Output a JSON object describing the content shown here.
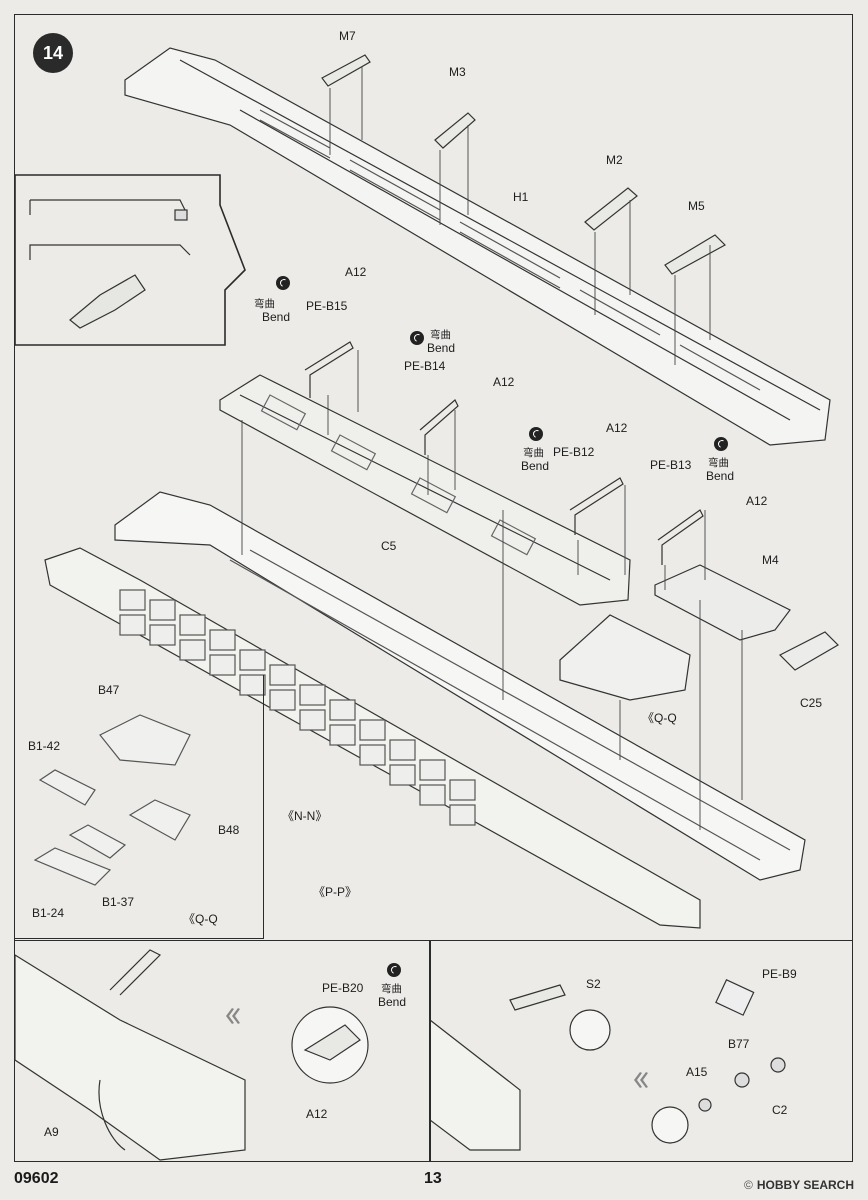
{
  "step_number": "14",
  "parts": {
    "m7": "M7",
    "m3": "M3",
    "m2": "M2",
    "m5": "M5",
    "h1": "H1",
    "a12_1": "A12",
    "a12_2": "A12",
    "a12_3": "A12",
    "a12_4": "A12",
    "a12_5": "A12",
    "pe_b15": "PE-B15",
    "pe_b14": "PE-B14",
    "pe_b12": "PE-B12",
    "pe_b13": "PE-B13",
    "c5": "C5",
    "m4": "M4",
    "c25": "C25",
    "b47": "B47",
    "b48": "B48",
    "b1_42": "B1-42",
    "b1_24": "B1-24",
    "b1_37": "B1-37",
    "pe_b20": "PE-B20",
    "a9": "A9",
    "s2": "S2",
    "pe_b9": "PE-B9",
    "b77": "B77",
    "a15": "A15",
    "c2": "C2"
  },
  "bend": {
    "cn": "弯曲",
    "en": "Bend"
  },
  "sections": {
    "n_n": "《N-N》",
    "p_p": "《P-P》",
    "q_q_main": "《Q-Q",
    "q_q_inset": "《Q-Q"
  },
  "footer": {
    "kit_number": "09602",
    "page_number": "13"
  },
  "watermark": {
    "brand": "HOBBY SEARCH",
    "prefix": "©"
  }
}
